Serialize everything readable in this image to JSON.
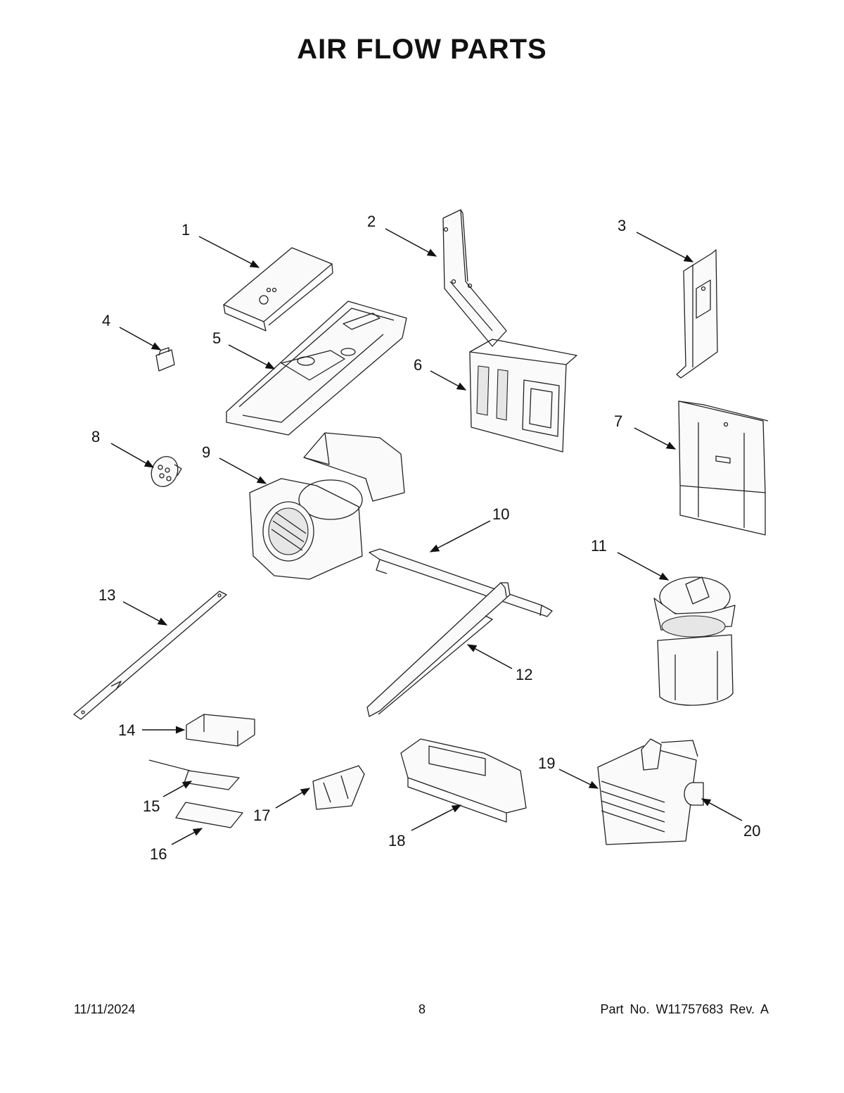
{
  "title": "AIR FLOW PARTS",
  "footer": {
    "date": "11/11/2024",
    "page": "8",
    "part_no": "Part No.  W11757683  Rev.  A"
  },
  "callouts": [
    "1",
    "2",
    "3",
    "4",
    "5",
    "6",
    "7",
    "8",
    "9",
    "10",
    "11",
    "12",
    "13",
    "14",
    "15",
    "16",
    "17",
    "18",
    "19",
    "20"
  ],
  "colors": {
    "ink": "#111111",
    "paper": "#ffffff",
    "shade": "#e6e6e6"
  }
}
